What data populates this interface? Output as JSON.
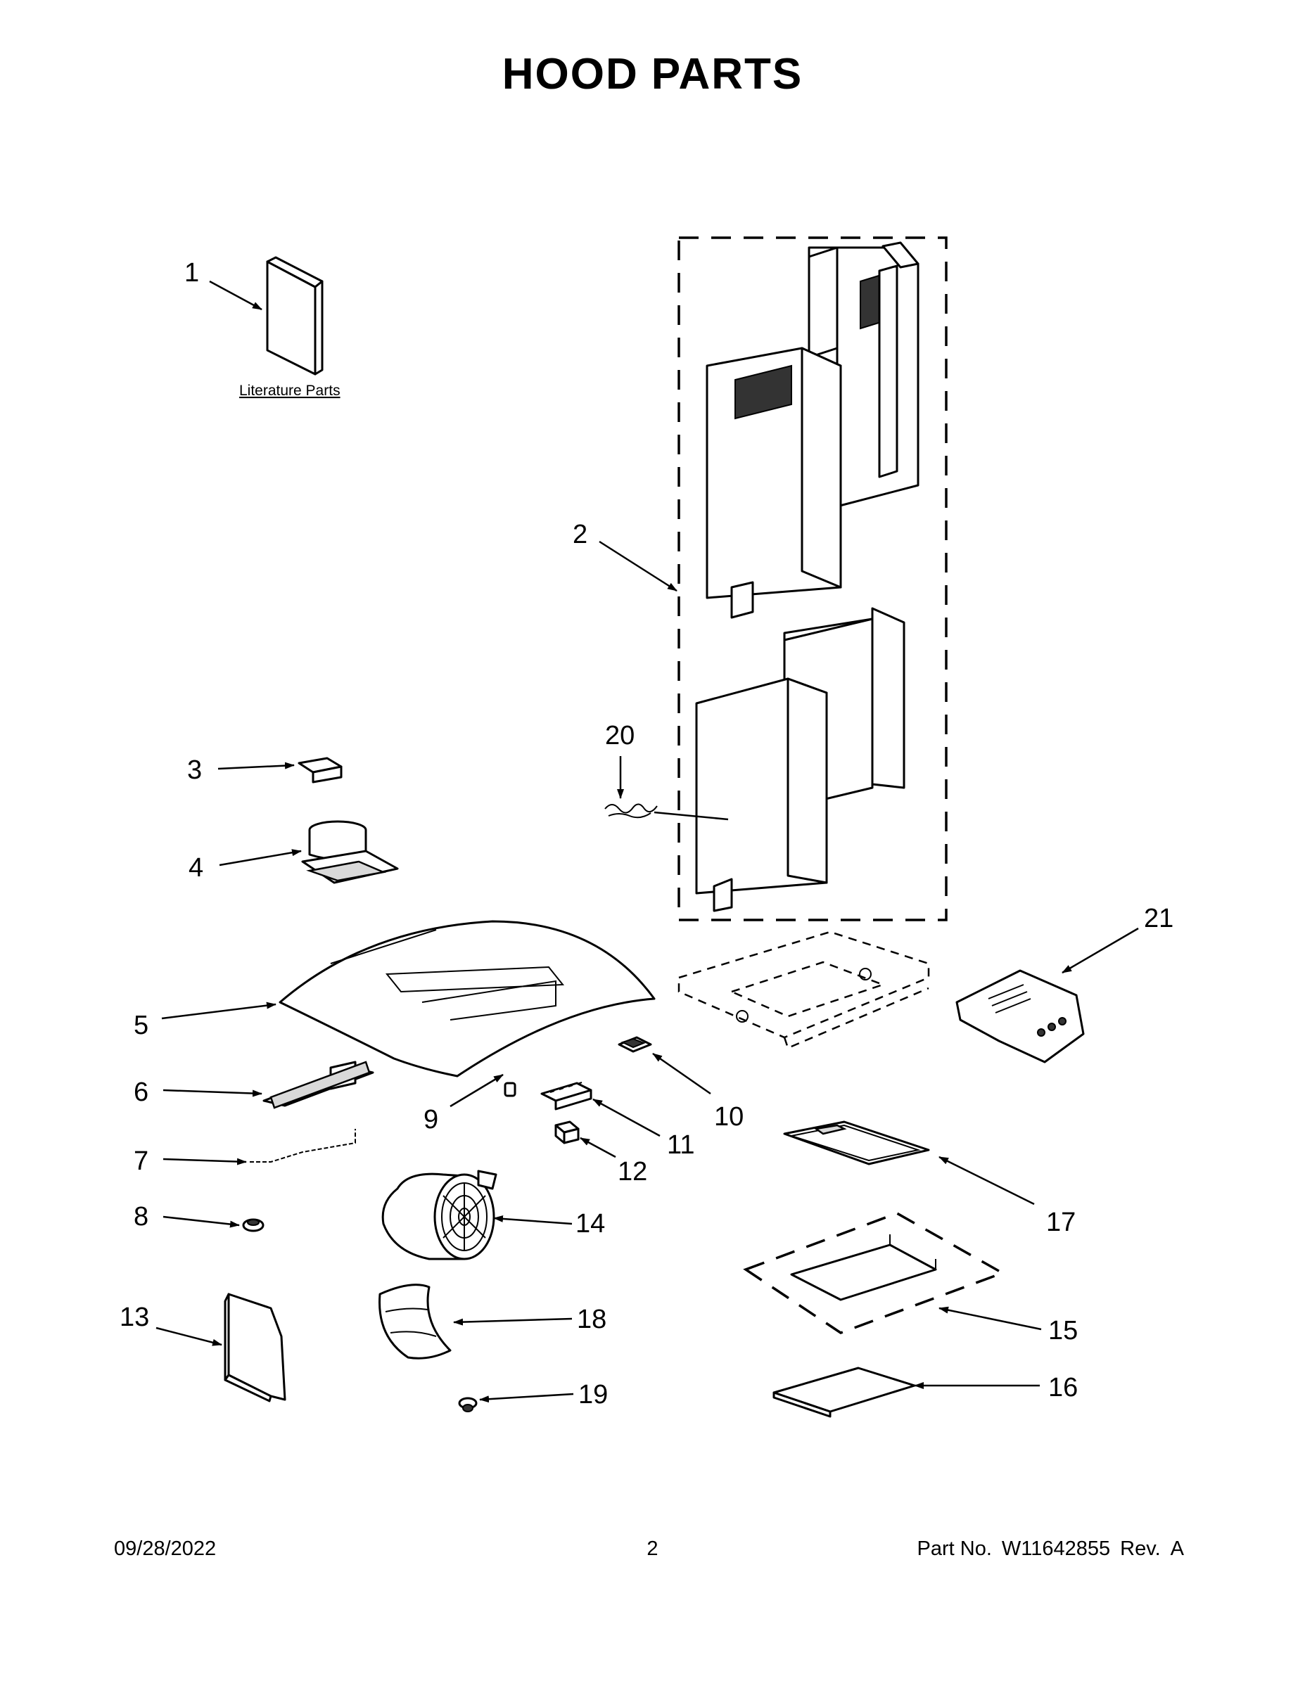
{
  "title": {
    "word1": "HOOD",
    "word2": "PARTS"
  },
  "literature_label": "Literature Parts",
  "callouts": [
    "1",
    "2",
    "3",
    "4",
    "5",
    "6",
    "7",
    "8",
    "9",
    "10",
    "11",
    "12",
    "13",
    "14",
    "15",
    "16",
    "17",
    "18",
    "19",
    "20",
    "21"
  ],
  "footer": {
    "date": "09/28/2022",
    "page": "2",
    "part_label": "Part No.",
    "part_number": "W11642855",
    "rev_label": "Rev.",
    "rev": "A"
  }
}
